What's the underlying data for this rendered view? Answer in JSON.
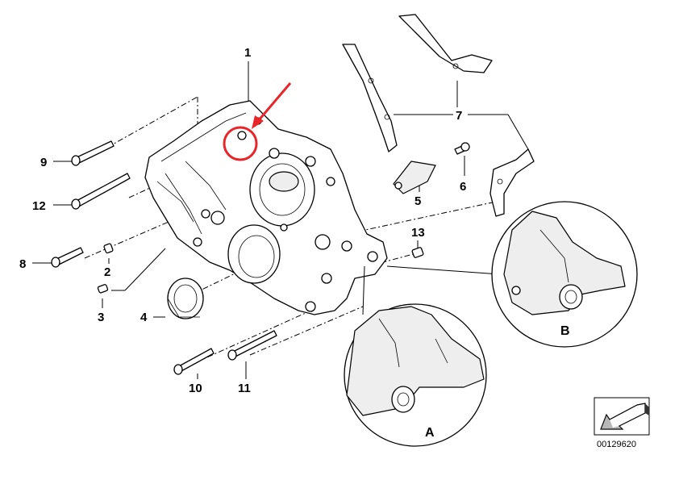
{
  "callouts": {
    "p1": "1",
    "p2": "2",
    "p3": "3",
    "p4": "4",
    "p5": "5",
    "p6": "6",
    "p7": "7",
    "p8": "8",
    "p9": "9",
    "p10": "10",
    "p11": "11",
    "p12": "12",
    "p13": "13"
  },
  "details": {
    "a": "A",
    "b": "B"
  },
  "footer": {
    "code": "00129620"
  },
  "colors": {
    "annotation": "#e8262a",
    "line": "#000000"
  },
  "icons": {
    "marker_arrow": "arrow-icon",
    "marker_circle": "circle-highlight-icon",
    "catalog_symbol": "direction-arrow-icon"
  }
}
